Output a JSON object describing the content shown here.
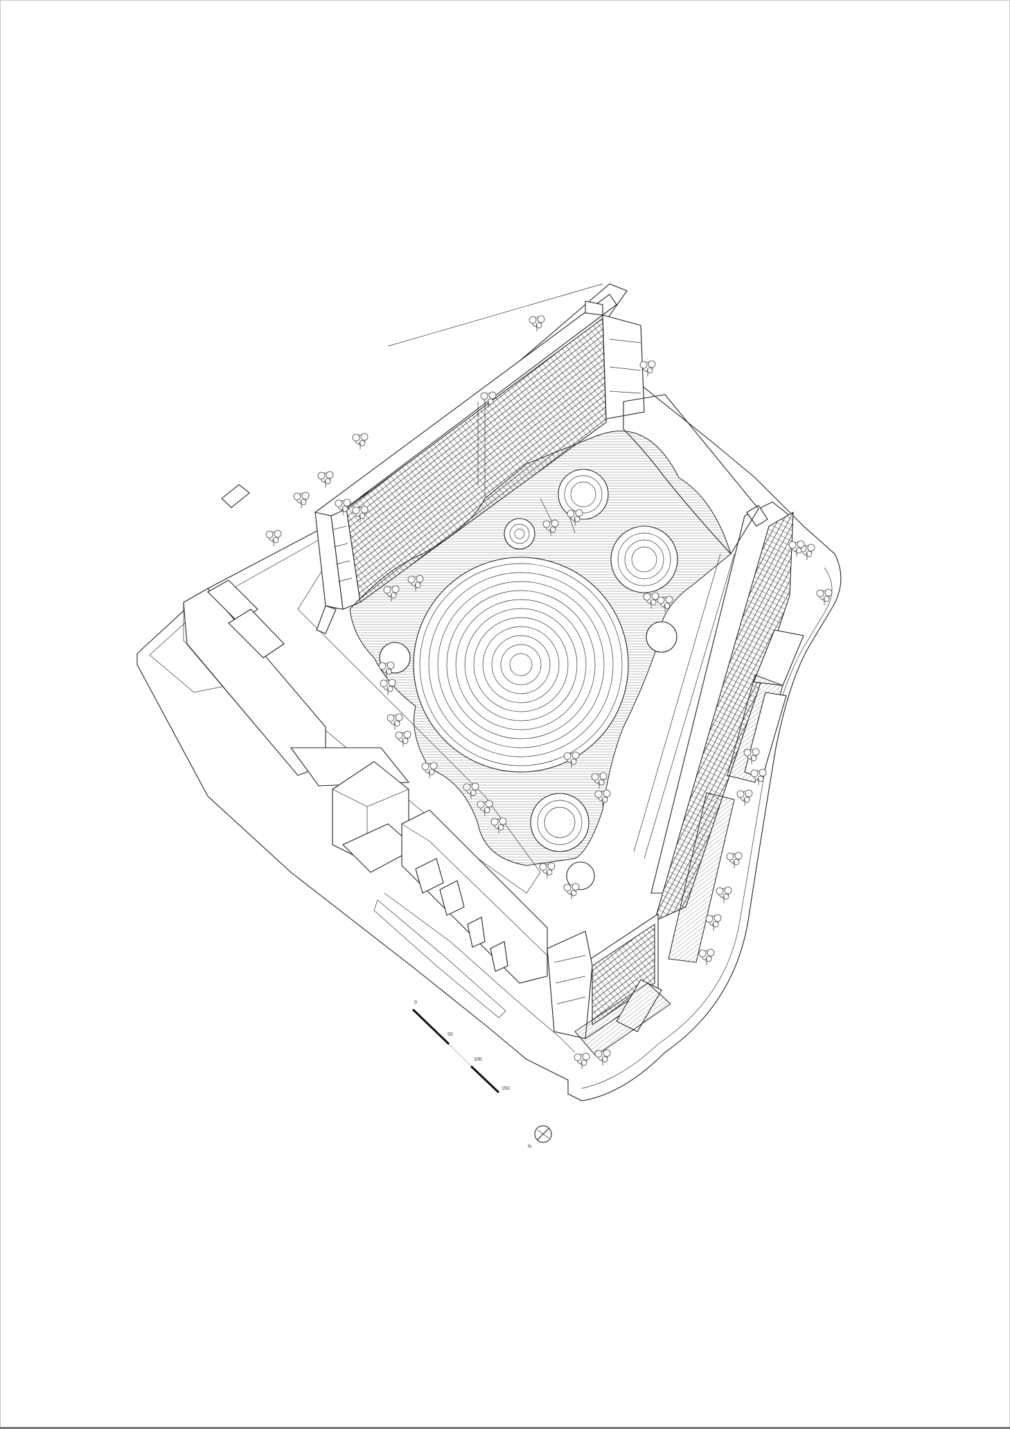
{
  "drawing": {
    "type": "axonometric site plan",
    "colors": {
      "line": "#222222",
      "background": "#ffffff",
      "frame": "#c8c8c8"
    },
    "scale_bar": {
      "labels": [
        "0",
        "50",
        "100",
        "150"
      ]
    },
    "north_arrow": {
      "label": "N",
      "icon": "north-arrow-icon"
    }
  }
}
